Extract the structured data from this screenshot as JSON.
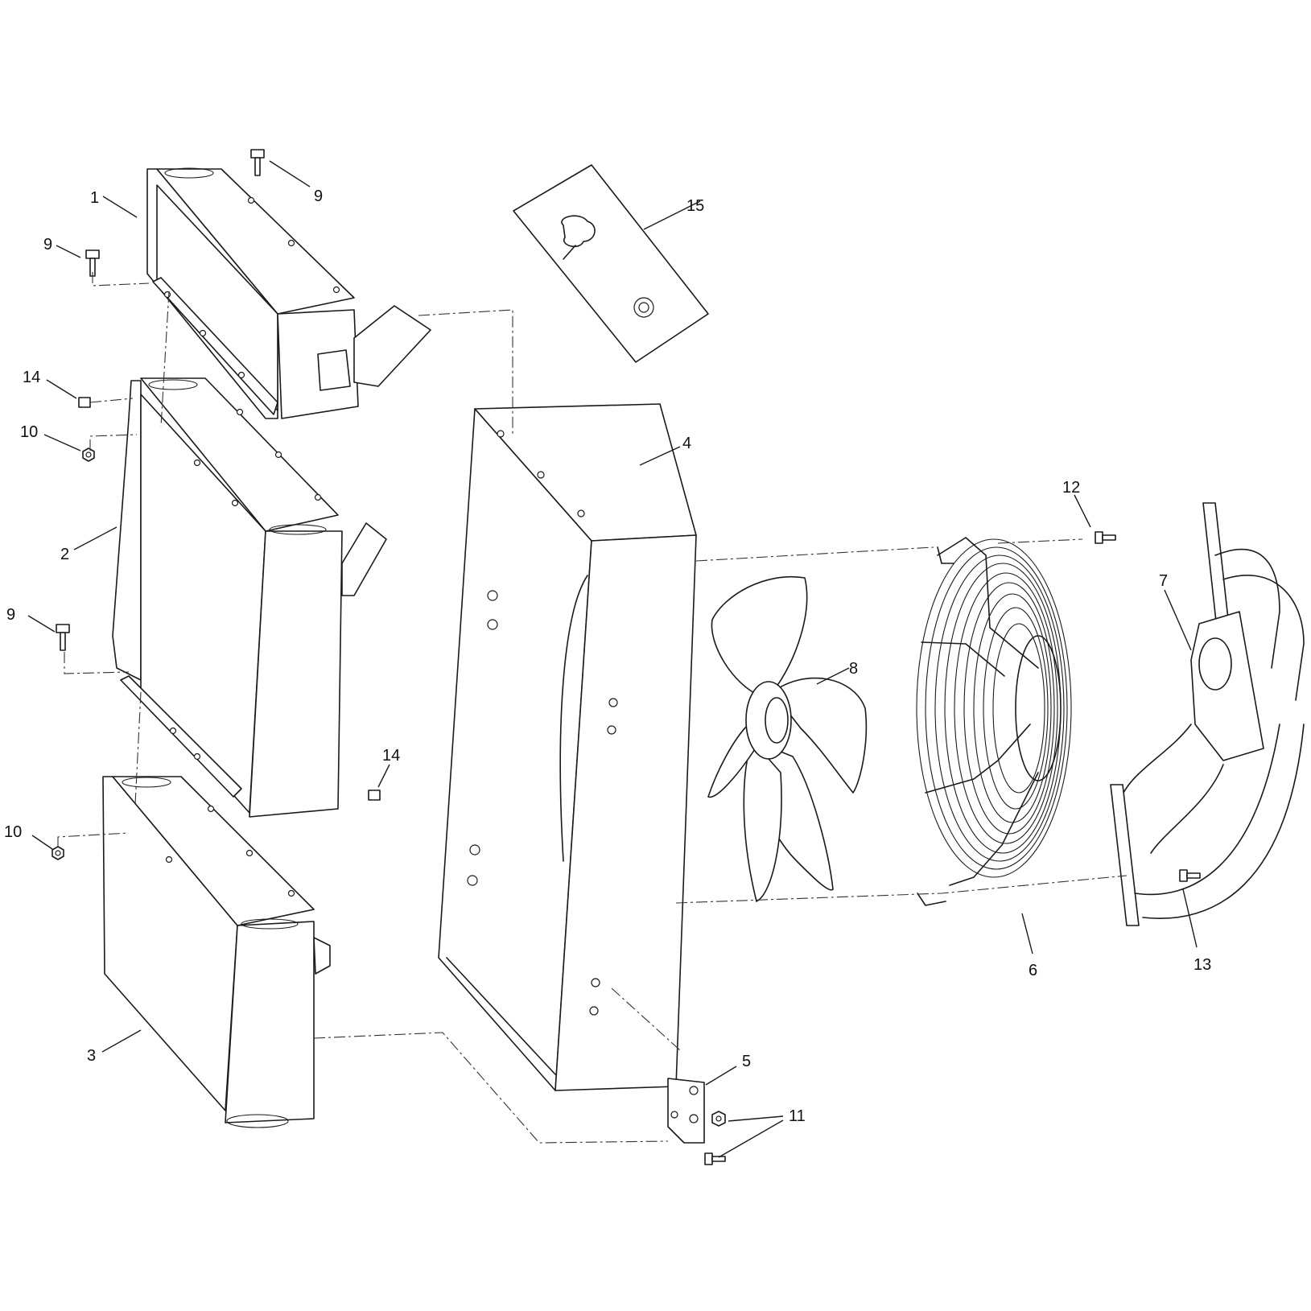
{
  "callouts": {
    "c1": "1",
    "c2": "2",
    "c3": "3",
    "c4": "4",
    "c5": "5",
    "c6": "6",
    "c7": "7",
    "c8": "8",
    "c9a": "9",
    "c9b": "9",
    "c9c": "9",
    "c10a": "10",
    "c10b": "10",
    "c11": "11",
    "c12": "12",
    "c13": "13",
    "c14a": "14",
    "c14b": "14",
    "c15": "15"
  },
  "colors": {
    "line": "#1a1a1a",
    "background": "#ffffff"
  },
  "icons": [
    "bolt-icon",
    "nut-icon",
    "fitting-icon",
    "fan-blade-icon",
    "fan-guard-icon"
  ]
}
